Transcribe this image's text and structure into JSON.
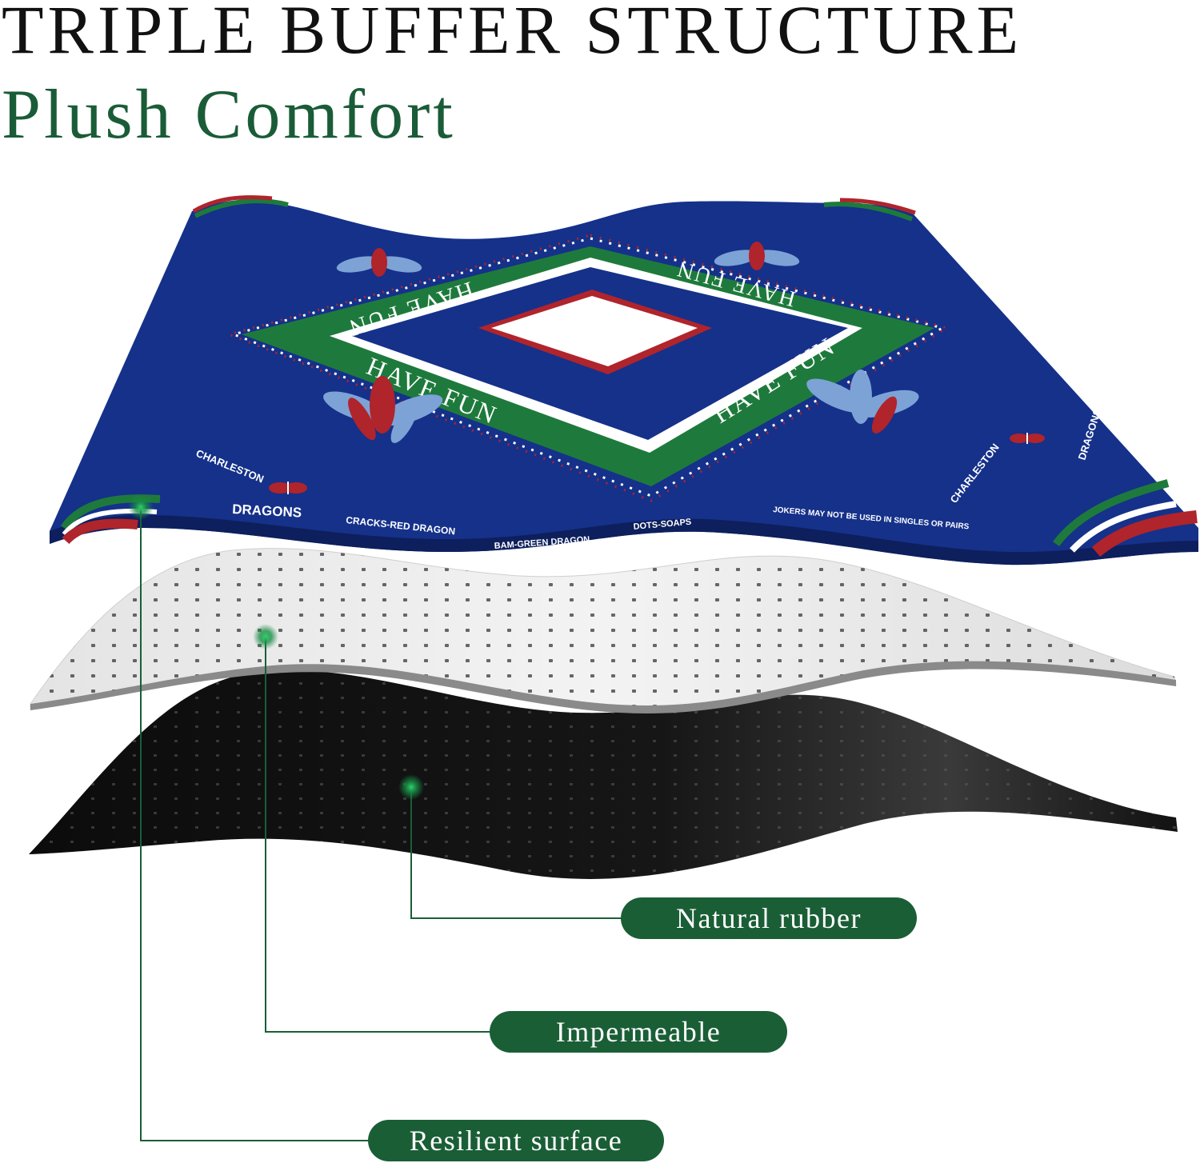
{
  "heading": {
    "title": "TRIPLE BUFFER STRUCTURE",
    "subtitle": "Plush Comfort"
  },
  "mat": {
    "have_fun": "HAVE FUN",
    "bottom_labels": [
      "DRAGONS",
      "CRACKS-RED DRAGON",
      "BAM-GREEN DRAGON",
      "DOTS-SOAPS",
      "JOKERS MAY NOT BE USED IN SINGLES OR PAIRS"
    ],
    "charleston": "CHARLESTON",
    "right_label": "DRAGONS"
  },
  "callouts": {
    "rubber": "Natural rubber",
    "impermeable": "Impermeable",
    "resilient": "Resilient surface"
  },
  "colors": {
    "accent": "#1a5e36",
    "mat_blue": "#15318a",
    "mat_green": "#1e7a3c",
    "mat_red": "#b0242c"
  }
}
